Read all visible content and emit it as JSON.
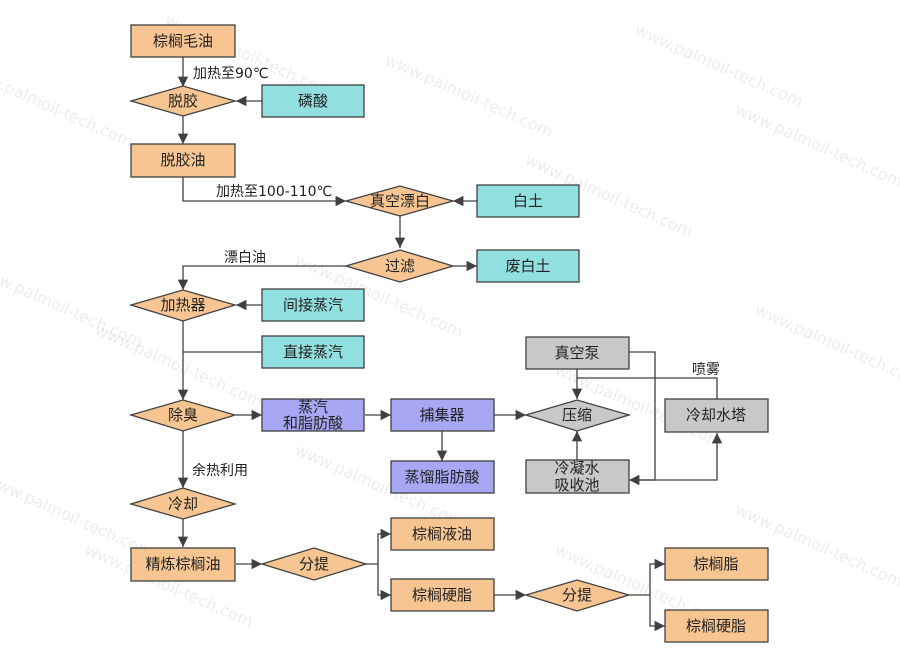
{
  "nodes": {
    "crude_palm_oil": "棕榈毛油",
    "degumming": "脱胶",
    "phosphoric_acid": "磷酸",
    "degummed_oil": "脱胶油",
    "vacuum_bleaching": "真空漂白",
    "bleaching_earth": "白土",
    "filtration": "过滤",
    "spent_earth": "废白土",
    "heater": "加热器",
    "indirect_steam": "间接蒸汽",
    "direct_steam": "直接蒸汽",
    "deodorization": "除臭",
    "steam_fatty_acid_l1": "蒸汽",
    "steam_fatty_acid_l2": "和脂肪酸",
    "catcher": "捕集器",
    "distilled_fatty_acid": "蒸馏脂肪酸",
    "vacuum_pump": "真空泵",
    "compression": "压缩",
    "cooling_tower": "冷却水塔",
    "condensate_pool_l1": "冷凝水",
    "condensate_pool_l2": "吸收池",
    "cooling": "冷却",
    "refined_palm_oil": "精炼棕榈油",
    "fractionation_1": "分提",
    "palm_olein": "棕榈液油",
    "palm_stearin": "棕榈硬脂",
    "fractionation_2": "分提",
    "palm_fat": "棕榈脂",
    "palm_stearin_2": "棕榈硬脂"
  },
  "edge_labels": {
    "heat_90": "加热至90℃",
    "heat_100_110": "加热至100-110℃",
    "bleached_oil": "漂白油",
    "spray": "喷雾",
    "waste_heat": "余热利用"
  },
  "watermark": "www.palmoil-tech.com",
  "colors": {
    "orange": "#f7c592",
    "cyan": "#92dfe0",
    "purple": "#a7a7f4",
    "gray": "#c8c8c8",
    "stroke": "#404040"
  }
}
